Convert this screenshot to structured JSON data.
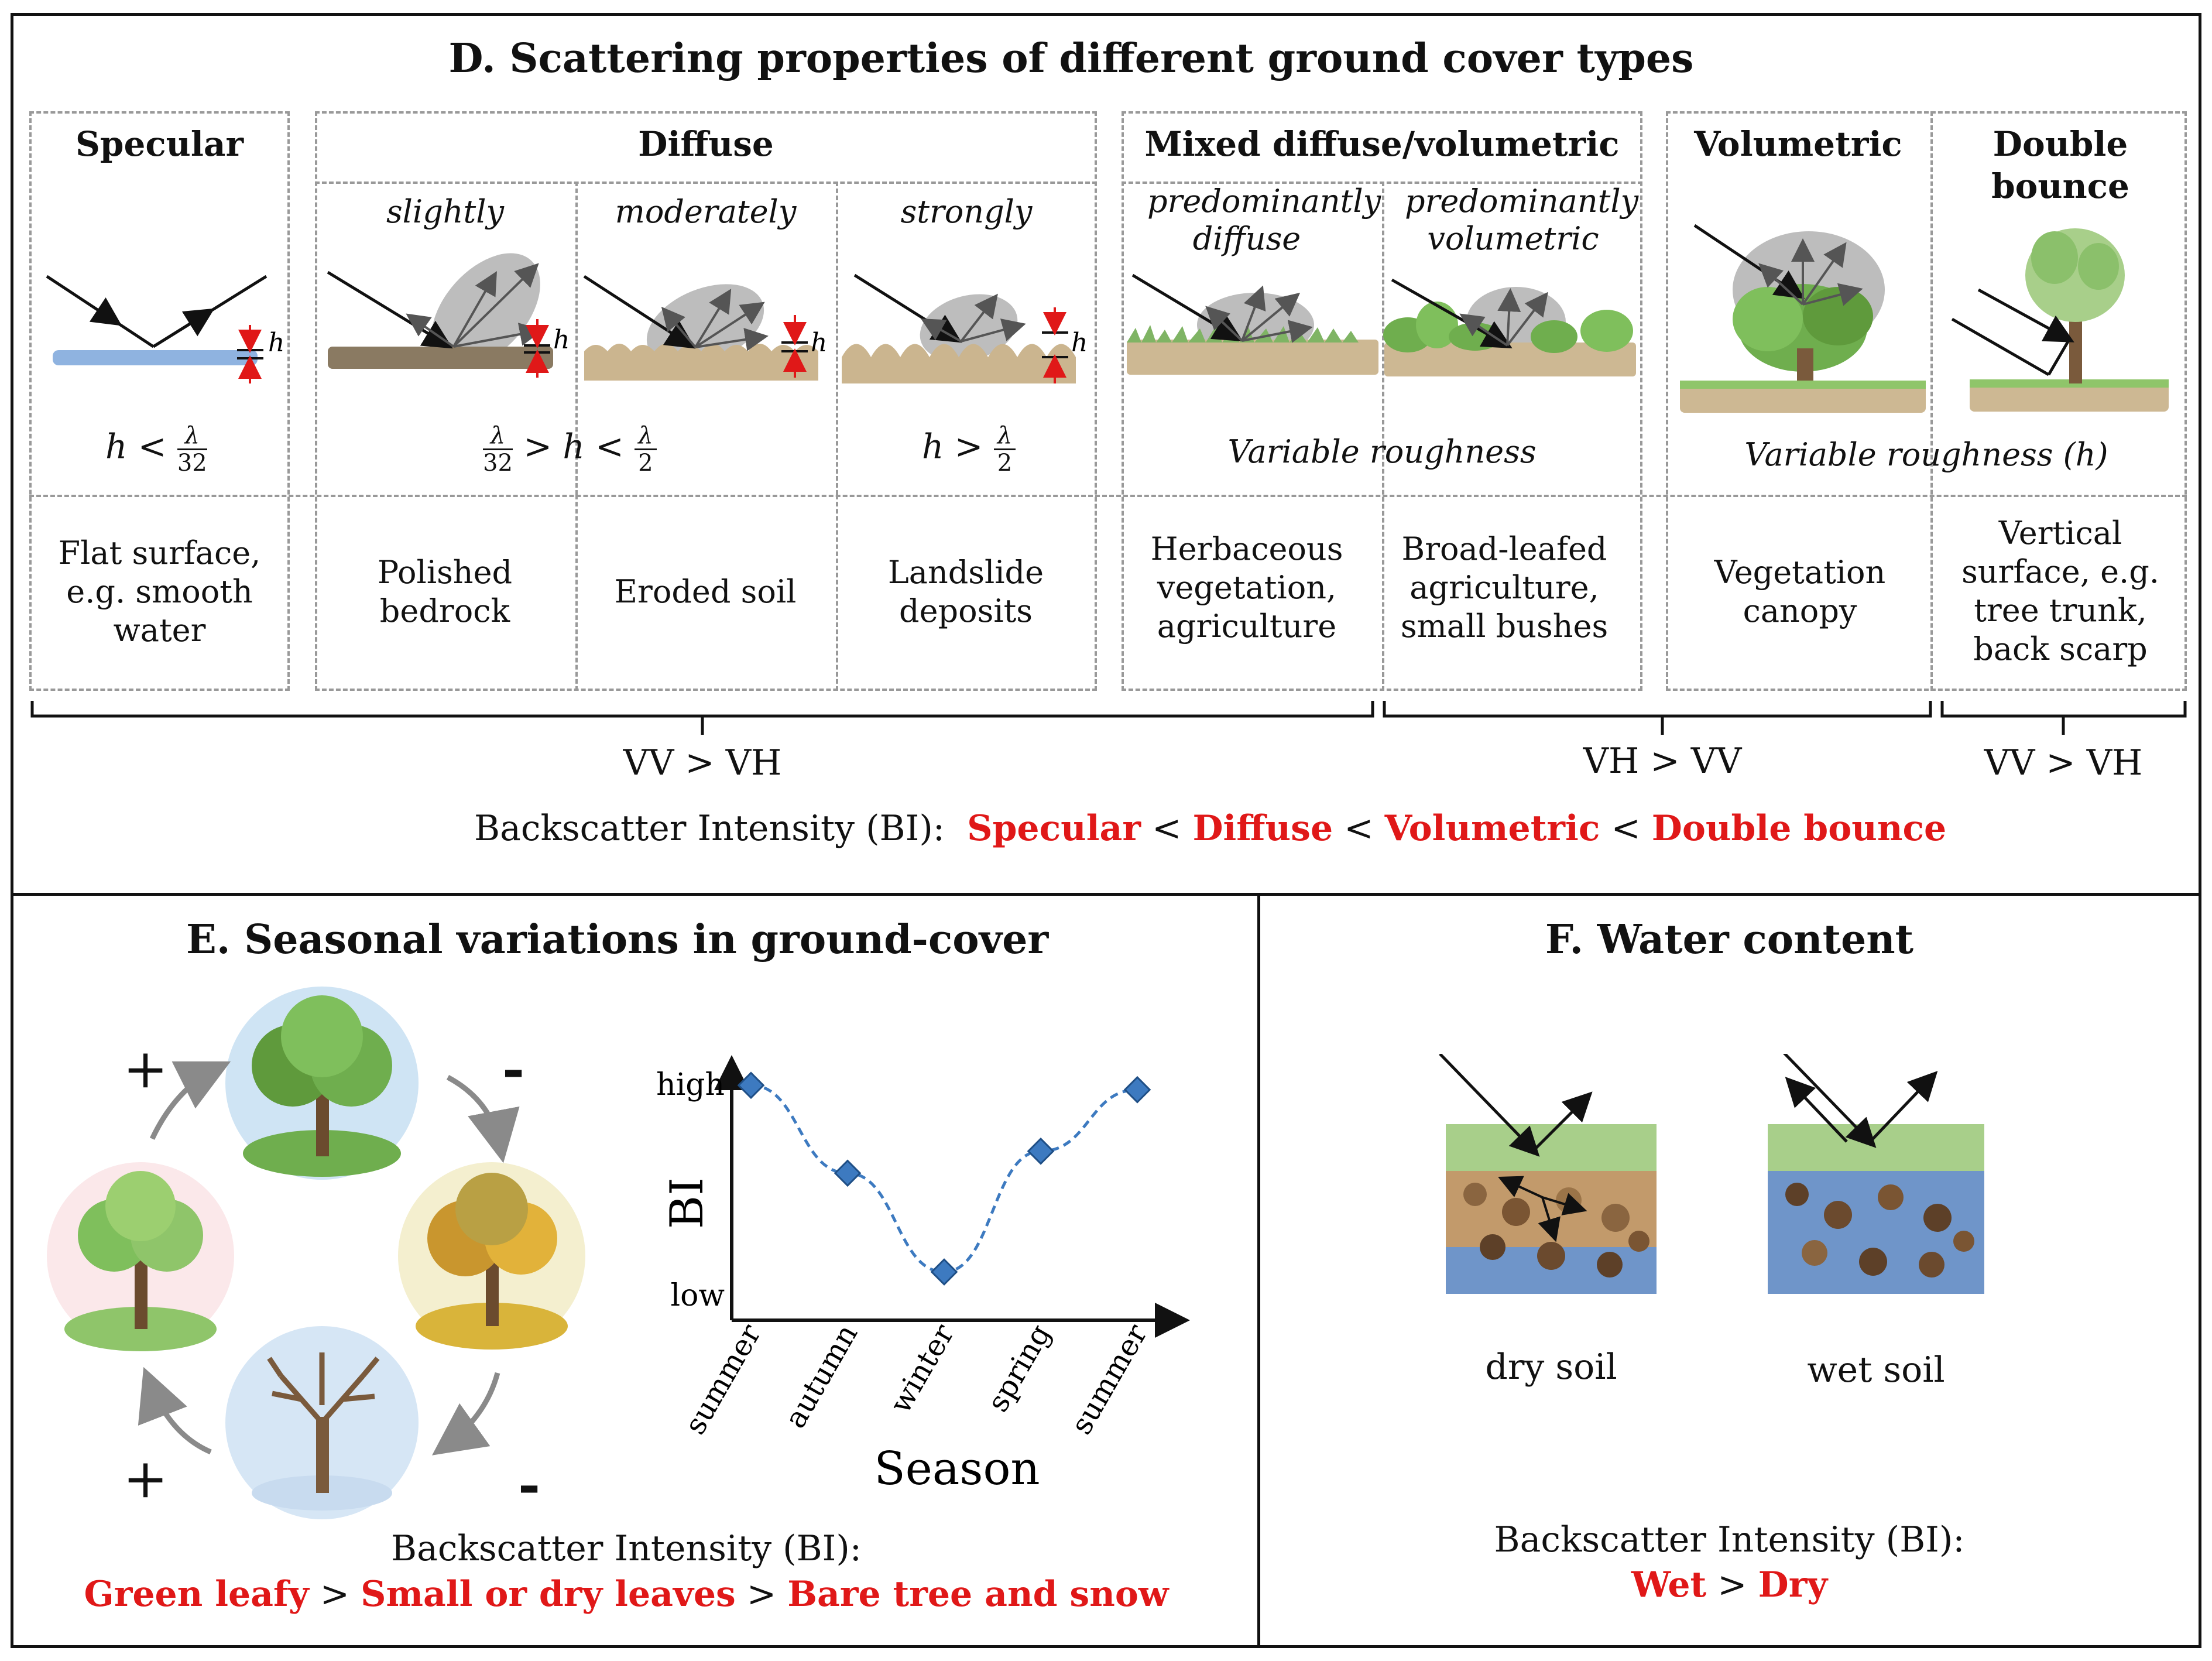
{
  "panel_d": {
    "title": "D. Scattering properties of different ground cover types",
    "groups": {
      "specular": "Specular",
      "diffuse": "Diffuse",
      "mixed": "Mixed diffuse/volumetric",
      "volumetric": "Volumetric",
      "double_bounce": "Double bounce"
    },
    "sub": {
      "slightly": "slightly",
      "moderately": "moderately",
      "strongly": "strongly",
      "pred_diffuse": "predominantly diffuse",
      "pred_volumetric": "predominantly volumetric"
    },
    "formulas": {
      "specular_lhs": "h <",
      "diffuse_mid_a": "> h <",
      "strongly_lhs": "h >",
      "lambda": "λ",
      "d32": "32",
      "d2": "2",
      "h": "h"
    },
    "roughness": {
      "mixed": "Variable roughness",
      "vol_double": "Variable roughness (h)"
    },
    "examples": {
      "specular": "Flat surface, e.g. smooth water",
      "slightly": "Polished bedrock",
      "moderately": "Eroded soil",
      "strongly": "Landslide deposits",
      "pred_diffuse": "Herbaceous vegetation, agriculture",
      "pred_volumetric": "Broad-leafed agriculture, small bushes",
      "volumetric": "Vegetation canopy",
      "double_bounce": "Vertical surface, e.g. tree trunk, back scarp"
    },
    "polarization": {
      "left": "VV > VH",
      "middle": "VH > VV",
      "right": "VV > VH"
    },
    "bi_prefix": "Backscatter Intensity (BI):",
    "bi_order": [
      "Specular",
      "Diffuse",
      "Volumetric",
      "Double bounce"
    ],
    "bi_sep": "<"
  },
  "panel_e": {
    "title": "E. Seasonal variations in ground-cover",
    "signs": [
      "+",
      "-",
      "+",
      "-"
    ],
    "bi_prefix": "Backscatter Intensity (BI):",
    "bi_order": [
      "Green leafy",
      "Small or dry leaves",
      "Bare tree and snow"
    ],
    "bi_sep": ">"
  },
  "panel_f": {
    "title": "F. Water content",
    "dry_label": "dry soil",
    "wet_label": "wet soil",
    "bi_prefix": "Backscatter Intensity (BI):",
    "bi_order": [
      "Wet",
      "Dry"
    ],
    "bi_sep": ">"
  },
  "chart_data": {
    "type": "line",
    "xlabel": "Season",
    "ylabel": "BI",
    "y_tick_labels": [
      "low",
      "high"
    ],
    "categories": [
      "summer",
      "autumn",
      "winter",
      "spring",
      "summer"
    ],
    "values": [
      0.95,
      0.55,
      0.1,
      0.65,
      0.93
    ],
    "ylim": [
      0,
      1
    ],
    "line_style": "dashed",
    "marker": "diamond",
    "color": "#3d7ac0"
  },
  "colors": {
    "red": "#e01818",
    "water": "#8fb3e0",
    "soil": "#b49a74",
    "grass": "#6fae4e",
    "canopy": "#5f9a3c",
    "lobe": "#bdbdbd",
    "line": "#3d7ac0"
  }
}
